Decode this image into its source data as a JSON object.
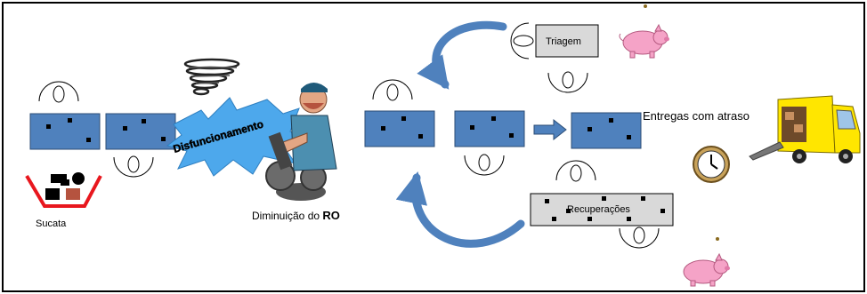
{
  "labels": {
    "sucata": "Sucata",
    "disfuncionamento": "Disfuncionamento",
    "diminuicao_prefix": "Diminuição do ",
    "diminuicao_bold": "RO",
    "triagem": "Triagem",
    "recuperacoes": "Recuperações",
    "entregas": "Entregas com atraso"
  },
  "colors": {
    "frame": "#000000",
    "machine_blue": "#4f81bd",
    "machine_border": "#2c4d75",
    "arrow_blue": "#4f81bd",
    "grey_box": "#d9d9d9",
    "scrap_red": "#e8171e",
    "scrap_brown": "#b5533f",
    "truck_yellow": "#ffe600",
    "pig_pink": "#f5a3c7",
    "burst_blue": "#4da8ec"
  },
  "icons": [
    "operator-face-icon",
    "scrap-bin-icon",
    "tornado-icon",
    "explosion-burst-icon",
    "worker-with-machine-icon",
    "piggy-bank-icon",
    "clock-icon",
    "delivery-truck-icon"
  ]
}
